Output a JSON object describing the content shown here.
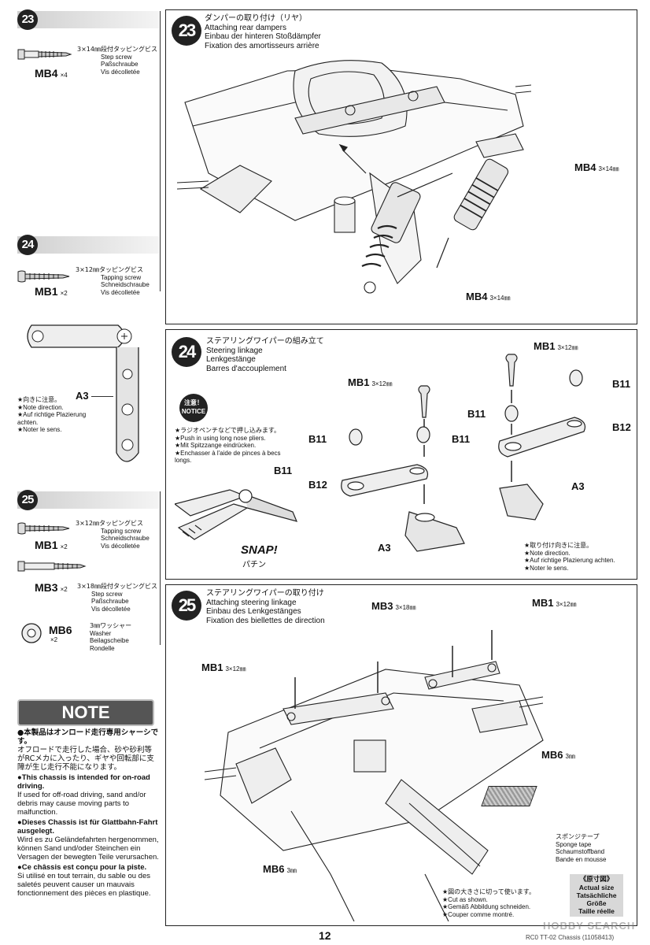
{
  "page_number": "12",
  "footer_code": "RC0 TT-02 Chassis (11058413)",
  "watermark": "HOBBY SEARCH",
  "left_column": {
    "step23": {
      "number": "23",
      "screw_code": "MB4",
      "screw_qty": "×4",
      "screw_desc_jp": "3×14㎜段付タッピングビス",
      "screw_desc_en": "Step screw",
      "screw_desc_de": "Paßschraube",
      "screw_desc_fr": "Vis décolletée"
    },
    "step24": {
      "number": "24",
      "screw_code": "MB1",
      "screw_qty": "×2",
      "screw_desc_jp": "3×12㎜タッピングビス",
      "screw_desc_en": "Tapping screw",
      "screw_desc_de": "Schneidschraube",
      "screw_desc_fr": "Vis décolletée",
      "part_label": "A3",
      "direction_note": [
        "★向きに注意。",
        "★Note direction.",
        "★Auf richtige Plazierung achten.",
        "★Noter le sens."
      ]
    },
    "step25": {
      "number": "25",
      "mb1_code": "MB1",
      "mb1_qty": "×2",
      "mb1_desc_jp": "3×12㎜タッピングビス",
      "mb1_desc_en": "Tapping screw",
      "mb1_desc_de": "Schneidschraube",
      "mb1_desc_fr": "Vis décolletée",
      "mb3_code": "MB3",
      "mb3_qty": "×2",
      "mb3_desc_jp": "3×18㎜段付タッピングビス",
      "mb3_desc_en": "Step screw",
      "mb3_desc_de": "Paßschraube",
      "mb3_desc_fr": "Vis décolletée",
      "mb6_code": "MB6",
      "mb6_qty": "×2",
      "mb6_desc_jp": "3㎜ワッシャー",
      "mb6_desc_en": "Washer",
      "mb6_desc_de": "Beilagscheibe",
      "mb6_desc_fr": "Rondelle"
    },
    "note": {
      "banner": "NOTE",
      "jp_head": "●本製品はオンロード走行専用シャーシです。",
      "jp_body": "オフロードで走行した場合、砂や砂利等がRCメカに入ったり、ギヤや回転部に支障が生じ走行不能になります。",
      "en_head": "●This chassis is intended for on-road driving.",
      "en_body": "If used for off-road driving, sand and/or debris may cause moving parts to malfunction.",
      "de_head": "●Dieses Chassis ist für Glattbahn-Fahrt ausgelegt.",
      "de_body": "Wird es zu Geländefahrten hergenommen, können Sand und/oder Steinchen ein Versagen der bewegten Teile verursachen.",
      "fr_head": "●Ce châssis est conçu pour la piste.",
      "fr_body": "Si utilisé en tout terrain, du sable ou des saletés peuvent causer un mauvais fonctionnement des pièces en plastique."
    }
  },
  "panel23": {
    "number": "23",
    "title_jp": "ダンパーの取り付け（リヤ）",
    "title_en": "Attaching rear dampers",
    "title_de": "Einbau der hinteren Stoßdämpfer",
    "title_fr": "Fixation des amortisseurs arrière",
    "label_right": "MB4",
    "label_right_size": "3×14㎜",
    "label_bottom": "MB4",
    "label_bottom_size": "3×14㎜"
  },
  "panel24": {
    "number": "24",
    "title_jp": "ステアリングワイパーの組み立て",
    "title_en": "Steering linkage",
    "title_de": "Lenkgestänge",
    "title_fr": "Barres d'accouplement",
    "notice_badge_jp": "注意！",
    "notice_badge_en": "NOTICE",
    "notice_lines": [
      "★ラジオペンチなどで押し込みます。",
      "★Push in using long nose pliers.",
      "★Mit Spitzzange eindrücken.",
      "★Enchasser à l'aide de pinces à becs longs."
    ],
    "snap": "SNAP!",
    "snap_jp": "パチン",
    "labels": {
      "b11_plier": "B11",
      "mb1_left": "MB1",
      "mb1_left_size": "3×12㎜",
      "mb1_right": "MB1",
      "mb1_right_size": "3×12㎜",
      "b11_a": "B11",
      "b11_b": "B11",
      "b11_c": "B11",
      "b11_d": "B11",
      "b12_left": "B12",
      "b12_right": "B12",
      "a3_left": "A3",
      "a3_right": "A3"
    },
    "direction_note": [
      "★取り付け向きに注意。",
      "★Note direction.",
      "★Auf richtige Plazierung achten.",
      "★Noter le sens."
    ]
  },
  "panel25": {
    "number": "25",
    "title_jp": "ステアリングワイパーの取り付け",
    "title_en": "Attaching steering linkage",
    "title_de": "Einbau des Lenkgestänges",
    "title_fr": "Fixation des biellettes de direction",
    "labels": {
      "mb3": "MB3",
      "mb3_size": "3×18㎜",
      "mb1_top": "MB1",
      "mb1_top_size": "3×12㎜",
      "mb1_left": "MB1",
      "mb1_left_size": "3×12㎜",
      "mb6_right": "MB6",
      "mb6_right_size": "3㎜",
      "mb6_bottom": "MB6",
      "mb6_bottom_size": "3㎜"
    },
    "sponge": [
      "スポンジテープ",
      "Sponge tape",
      "Schaumstoffband",
      "Bande en mousse"
    ],
    "cut_note": [
      "★図の大きさに切って使います。",
      "★Cut as shown.",
      "★Gemäß Abbildung schneiden.",
      "★Couper comme montré."
    ],
    "actual_size": [
      "《原寸図》",
      "Actual size",
      "Tatsächliche",
      "Größe",
      "Taille réelle"
    ]
  }
}
